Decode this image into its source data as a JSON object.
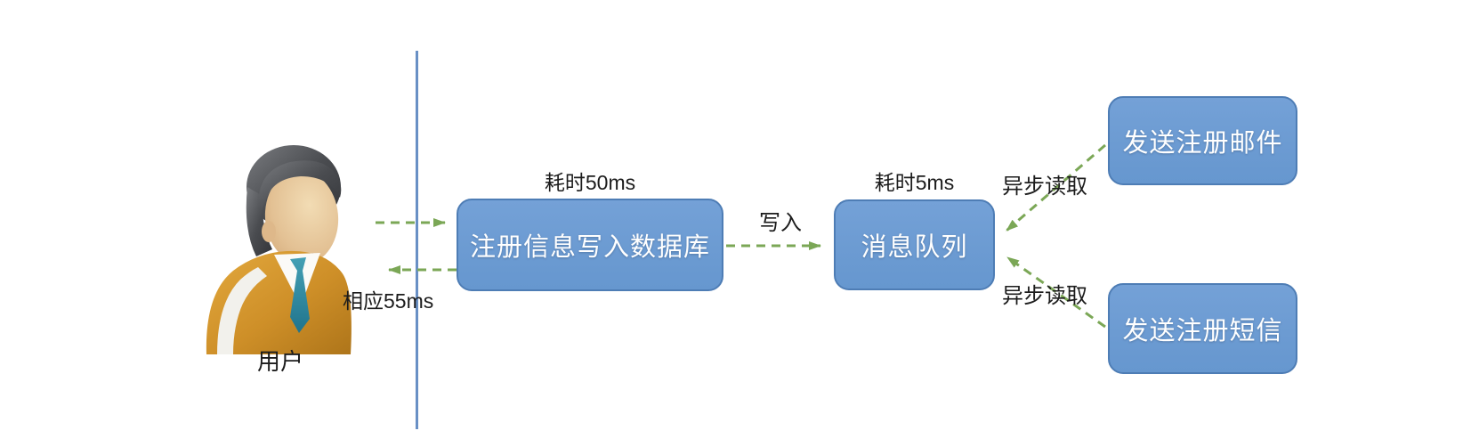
{
  "diagram": {
    "actor": {
      "label": "用户"
    },
    "nodes": {
      "database": {
        "label": "注册信息写入数据库",
        "time_label": "耗时50ms"
      },
      "queue": {
        "label": "消息队列",
        "time_label": "耗时5ms"
      },
      "email": {
        "label": "发送注册邮件"
      },
      "sms": {
        "label": "发送注册短信"
      }
    },
    "edges": {
      "write_label": "写入",
      "response_label": "相应55ms",
      "async_read_top_label": "异步读取",
      "async_read_bottom_label": "异步读取"
    },
    "colors": {
      "node_fill": "#6C9BD2",
      "node_border": "#4E7DB5",
      "node_text": "#FFFFFF",
      "arrow_green": "#7BA756",
      "lifeline_blue": "#6990C5",
      "label_text": "#1C1C1C",
      "background": "#FFFFFF"
    }
  }
}
